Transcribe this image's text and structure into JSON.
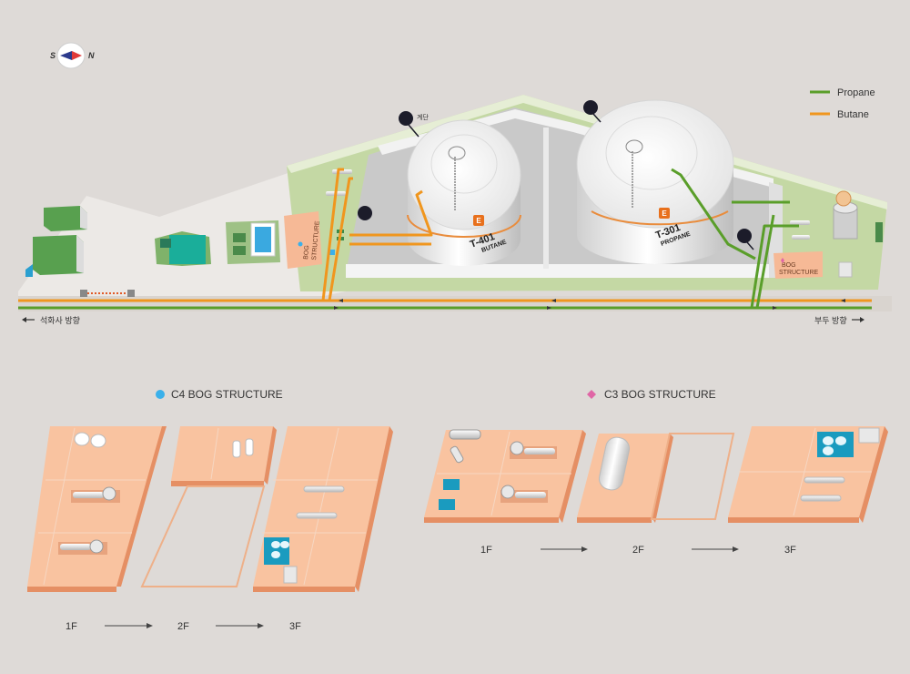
{
  "compass": {
    "south": "S",
    "north": "N"
  },
  "legend": [
    {
      "label": "Propane",
      "color": "#5a9e2a"
    },
    {
      "label": "Butane",
      "color": "#f0961e"
    }
  ],
  "tanks": [
    {
      "id": "T-401",
      "product": "BUTANE",
      "badge": "E"
    },
    {
      "id": "T-301",
      "product": "PROPANE",
      "badge": "E"
    }
  ],
  "stairs_label": "계단",
  "bog_label_left": "BOG\nSTRUCTURE",
  "bog_label_right": "BOG\nSTRUCTURE",
  "direction_left": "석화사 방향",
  "direction_right": "부두 방향",
  "c4": {
    "title": "C4 BOG STRUCTURE",
    "marker_color": "#3ab0ea",
    "floors": [
      "1F",
      "2F",
      "3F"
    ]
  },
  "c3": {
    "title": "C3 BOG STRUCTURE",
    "marker_color": "#e066a6",
    "floors": [
      "1F",
      "2F",
      "3F"
    ]
  },
  "colors": {
    "platform": "#f9c3a0",
    "platform_edge": "#e58f64",
    "equipment_teal": "#1a9bbf",
    "lawn": "#c4d8a4"
  }
}
